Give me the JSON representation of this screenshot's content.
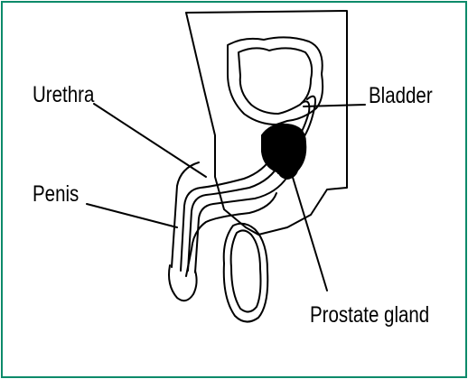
{
  "diagram": {
    "labels": {
      "urethra": "Urethra",
      "bladder": "Bladder",
      "penis": "Penis",
      "prostate": "Prostate gland"
    },
    "colors": {
      "border": "#0b8a6a",
      "ink": "#000000",
      "background": "#ffffff"
    }
  }
}
